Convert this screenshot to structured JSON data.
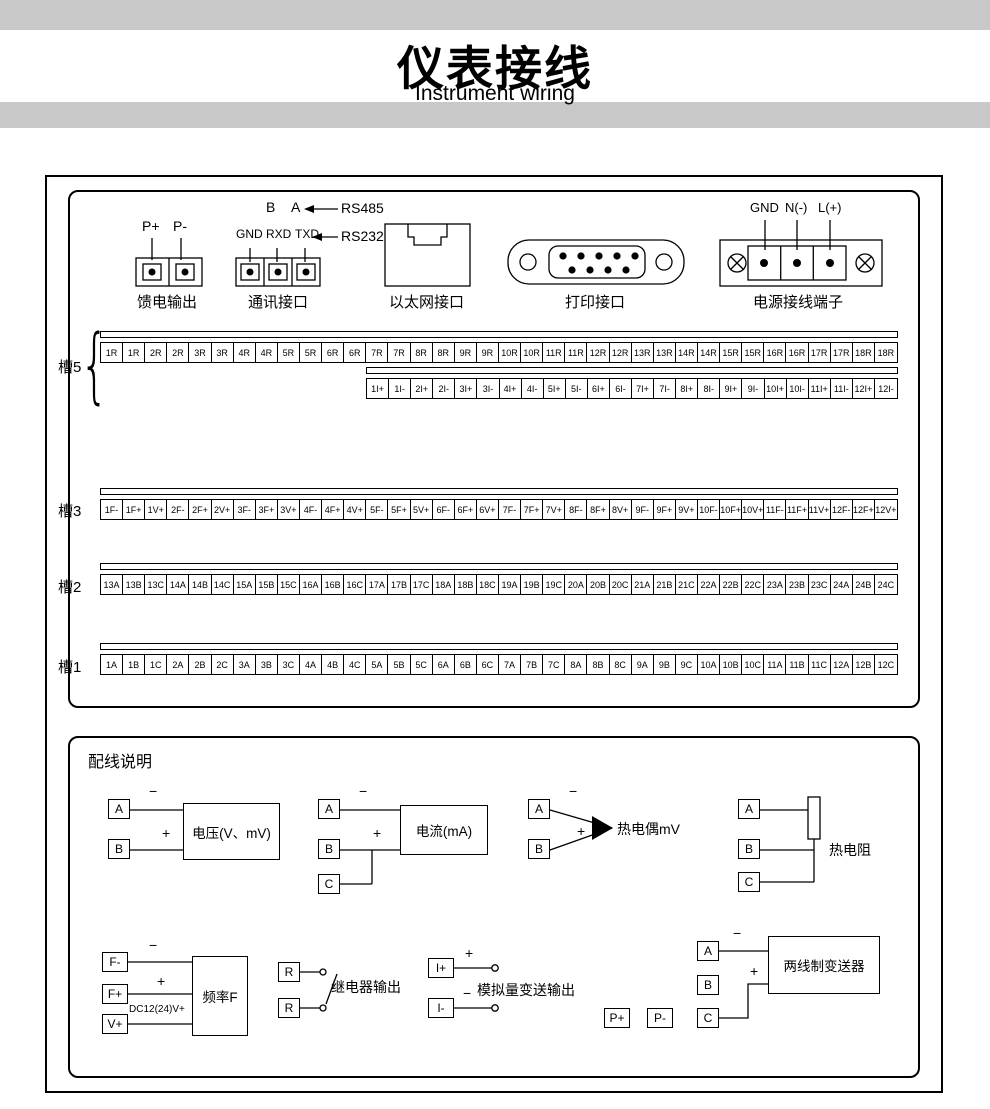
{
  "header": {
    "title_cn": "仪表接线",
    "title_en": "Instrument wiring"
  },
  "colors": {
    "band_gray": "#c8c8c8",
    "line_black": "#000000"
  },
  "connectors": {
    "feed": {
      "pin1": "P+",
      "pin2": "P-",
      "caption": "馈电输出"
    },
    "comm": {
      "pin_b": "B",
      "pin_a": "A",
      "rs485": "RS485",
      "gnd": "GND",
      "rxd": "RXD",
      "txd": "TXD",
      "rs232": "RS232",
      "caption": "通讯接口"
    },
    "ethernet": {
      "caption": "以太网接口"
    },
    "printer": {
      "caption": "打印接口"
    },
    "power": {
      "gnd": "GND",
      "n": "N(-)",
      "l": "L(+)",
      "caption": "电源接线端子"
    }
  },
  "slots": {
    "slot5": {
      "label": "槽5",
      "brace": "{",
      "row1": [
        "1R",
        "1R",
        "2R",
        "2R",
        "3R",
        "3R",
        "4R",
        "4R",
        "5R",
        "5R",
        "6R",
        "6R",
        "7R",
        "7R",
        "8R",
        "8R",
        "9R",
        "9R",
        "10R",
        "10R",
        "11R",
        "11R",
        "12R",
        "12R",
        "13R",
        "13R",
        "14R",
        "14R",
        "15R",
        "15R",
        "16R",
        "16R",
        "17R",
        "17R",
        "18R",
        "18R"
      ],
      "row2": [
        "1I+",
        "1I-",
        "2I+",
        "2I-",
        "3I+",
        "3I-",
        "4I+",
        "4I-",
        "5I+",
        "5I-",
        "6I+",
        "6I-",
        "7I+",
        "7I-",
        "8I+",
        "8I-",
        "9I+",
        "9I-",
        "10I+",
        "10I-",
        "11I+",
        "11I-",
        "12I+",
        "12I-"
      ]
    },
    "slot3": {
      "label": "槽3",
      "cells": [
        "1F-",
        "1F+",
        "1V+",
        "2F-",
        "2F+",
        "2V+",
        "3F-",
        "3F+",
        "3V+",
        "4F-",
        "4F+",
        "4V+",
        "5F-",
        "5F+",
        "5V+",
        "6F-",
        "6F+",
        "6V+",
        "7F-",
        "7F+",
        "7V+",
        "8F-",
        "8F+",
        "8V+",
        "9F-",
        "9F+",
        "9V+",
        "10F-",
        "10F+",
        "10V+",
        "11F-",
        "11F+",
        "11V+",
        "12F-",
        "12F+",
        "12V+"
      ]
    },
    "slot2": {
      "label": "槽2",
      "cells": [
        "13A",
        "13B",
        "13C",
        "14A",
        "14B",
        "14C",
        "15A",
        "15B",
        "15C",
        "16A",
        "16B",
        "16C",
        "17A",
        "17B",
        "17C",
        "18A",
        "18B",
        "18C",
        "19A",
        "19B",
        "19C",
        "20A",
        "20B",
        "20C",
        "21A",
        "21B",
        "21C",
        "22A",
        "22B",
        "22C",
        "23A",
        "23B",
        "23C",
        "24A",
        "24B",
        "24C"
      ]
    },
    "slot1": {
      "label": "槽1",
      "cells": [
        "1A",
        "1B",
        "1C",
        "2A",
        "2B",
        "2C",
        "3A",
        "3B",
        "3C",
        "4A",
        "4B",
        "4C",
        "5A",
        "5B",
        "5C",
        "6A",
        "6B",
        "6C",
        "7A",
        "7B",
        "7C",
        "8A",
        "8B",
        "8C",
        "9A",
        "9B",
        "9C",
        "10A",
        "10B",
        "10C",
        "11A",
        "11B",
        "11C",
        "12A",
        "12B",
        "12C"
      ]
    }
  },
  "wiring": {
    "title": "配线说明",
    "voltage": {
      "t1": "A",
      "t2": "B",
      "minus": "−",
      "plus": "+",
      "device": "电压(V、mV)"
    },
    "current": {
      "t1": "A",
      "t2": "B",
      "t3": "C",
      "minus": "−",
      "plus": "+",
      "device": "电流(mA)"
    },
    "thermocouple": {
      "t1": "A",
      "t2": "B",
      "minus": "−",
      "plus": "+",
      "label": "热电偶mV"
    },
    "rtd": {
      "t1": "A",
      "t2": "B",
      "t3": "C",
      "label": "热电阻"
    },
    "frequency": {
      "t1": "F-",
      "t2": "F+",
      "t3": "V+",
      "minus": "−",
      "plus": "+",
      "dc": "DC12(24)V+",
      "device": "频率F"
    },
    "relay": {
      "t1": "R",
      "t2": "R",
      "label": "继电器输出"
    },
    "analog": {
      "t1": "I+",
      "t2": "I-",
      "plus": "+",
      "minus": "−",
      "label": "模拟量变送输出"
    },
    "transmitter": {
      "t1": "A",
      "t2": "B",
      "t3": "C",
      "p1": "P+",
      "p2": "P-",
      "minus": "−",
      "plus": "+",
      "device": "两线制变送器"
    }
  }
}
